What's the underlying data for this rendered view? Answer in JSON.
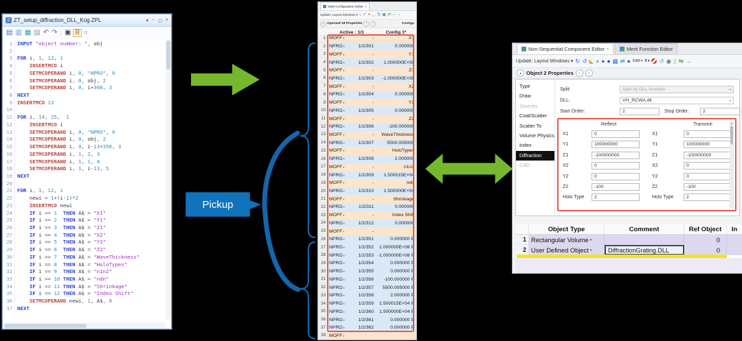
{
  "colors": {
    "arrow_green": "#76b82d",
    "annotation_blue": "#1565ab",
    "pickup_bg": "#1173bc",
    "highlight_red": "#e8574a",
    "selected_yellow": "#f6e41c"
  },
  "annotations": {
    "pickup_label": "Pickup"
  },
  "zpl_editor": {
    "title": "ZT_setup_diffraction_DLL_Kog.ZPL",
    "file_icon_glyph": "Z",
    "window_buttons": [
      "▾",
      "−",
      "◻",
      "×"
    ],
    "toolbar_icons": [
      {
        "name": "save-icon",
        "glyph": "▤",
        "color": "#3f74cc"
      },
      {
        "name": "save-as-icon",
        "glyph": "▥",
        "color": "#6f94cc"
      },
      {
        "name": "copy-icon",
        "glyph": "▦",
        "color": "#3aa3a0"
      },
      {
        "name": "print-icon",
        "glyph": "▨",
        "color": "#9aa0a8"
      },
      {
        "name": "undo-icon",
        "glyph": "↶",
        "color": "#c23b32"
      },
      {
        "name": "redo-icon",
        "glyph": "↷",
        "color": "#2e6fd0"
      },
      {
        "name": "toolbar-separator",
        "glyph": "|",
        "color": "#ccd4dc",
        "sep": true
      },
      {
        "name": "caret-view-icon",
        "glyph": "▣",
        "color": "#444444"
      },
      {
        "name": "line-numbers-icon",
        "glyph": "≣",
        "color": "#c77f2a",
        "framed": true
      },
      {
        "name": "search-icon",
        "glyph": "○",
        "color": "#3f74cc"
      }
    ],
    "code_lines": [
      "INPUT \"object number: \", obj",
      "",
      "FOR i, 1, 12, 1",
      "    INSERTMCO i",
      "    SETMCOPERAND i, 0, \"NPRO\", 0",
      "    SETMCOPERAND i, 0, obj, 2",
      "    SETMCOPERAND i, 0, i+300, 3",
      "NEXT",
      "INSERTMCO 13",
      "",
      "FOR i, 14, 25,  1",
      "    INSERTMCO i",
      "    SETMCOPERAND i, 0, \"NPRO\", 0",
      "    SETMCOPERAND i, 0, obj, 2",
      "    SETMCOPERAND i, 0, i-13+350, 3",
      "    SETMCOPERAND i, 1, 2, 3",
      "    SETMCOPERAND i, 1, 1, 4",
      "    SETMCOPERAND i, 1, i-13, 5",
      "NEXT",
      "",
      "FOR i, 1, 12, 1",
      "    newi = 1+(i-1)*2",
      "    INSERTMCO newi",
      "    IF i == 1  THEN A$ = \"X1\"",
      "    IF i == 2  THEN A$ = \"Y1\"",
      "    IF i == 3  THEN A$ = \"Z1\"",
      "    IF i == 4  THEN A$ = \"X2\"",
      "    IF i == 5  THEN A$ = \"Y2\"",
      "    IF i == 6  THEN A$ = \"Z2\"",
      "    IF i == 7  THEN A$ = \"WaveThickness\"",
      "    IF i == 8  THEN A$ = \"HoloTypes\"",
      "    IF i == 9  THEN A$ = \"n1n2\"",
      "    IF i == 10 THEN A$ = \"ndn\"",
      "    IF i == 11 THEN A$ = \"Shrinkage\"",
      "    IF i == 12 THEN A$ = \"Index Shift\"",
      "    SETMCOPERAND newi, 1, A$, 0",
      "NEXT"
    ]
  },
  "mce": {
    "tab_label": "Multi-Configuration Editor",
    "tab_close": "×",
    "toolbar_label": "Update: Layout Windows ▾",
    "toolbar_icons": [
      {
        "name": "insert-operand-icon",
        "glyph": "↓",
        "color": "#2e6fd0"
      },
      {
        "name": "check-icon",
        "glyph": "✓",
        "color": "#2e6fd0"
      },
      {
        "name": "delete-operand-icon",
        "glyph": "×",
        "color": "#d43a2f"
      },
      {
        "name": "shape-icon",
        "glyph": "◡",
        "color": "#99a0a8"
      },
      {
        "name": "refresh-icon",
        "glyph": "↻",
        "color": "#2e6fd0"
      },
      {
        "name": "eye-icon",
        "glyph": "◉",
        "color": "#66778a"
      },
      {
        "name": "swap-config-icon",
        "glyph": "⇄",
        "color": "#4aa32a"
      },
      {
        "name": "dash-icon",
        "glyph": "–",
        "color": "#3aa3a0"
      },
      {
        "name": "next-config-icon",
        "glyph": "→",
        "color": "#4aa32a"
      }
    ],
    "props_collapse_glyph": "▾",
    "props_label": "Operand 18 Properties",
    "props_prev_glyph": "⟨",
    "props_next_glyph": "⟩",
    "header_right_clip": "Configu",
    "columns": {
      "active": "Active : 1/1",
      "config": "Config 1*"
    },
    "dropdown_glyph": "▾",
    "rows": [
      {
        "n": 1,
        "op": "MOFF",
        "param": "-",
        "value": "X1",
        "p": false
      },
      {
        "n": 2,
        "op": "NPRO",
        "param": "1/2/301",
        "value": "0.000000",
        "p": false
      },
      {
        "n": 3,
        "op": "MOFF",
        "param": "-",
        "value": "Y1",
        "p": false
      },
      {
        "n": 4,
        "op": "NPRO",
        "param": "1/2/302",
        "value": "1.000000E+08",
        "p": false
      },
      {
        "n": 5,
        "op": "MOFF",
        "param": "-",
        "value": "Z1",
        "p": false
      },
      {
        "n": 6,
        "op": "NPRO",
        "param": "1/2/303",
        "value": "-1.000000E+08",
        "p": false
      },
      {
        "n": 7,
        "op": "MOFF",
        "param": "-",
        "value": "X2",
        "p": false
      },
      {
        "n": 8,
        "op": "NPRO",
        "param": "1/2/304",
        "value": "0.000000",
        "p": false
      },
      {
        "n": 9,
        "op": "MOFF",
        "param": "-",
        "value": "Y2",
        "p": false
      },
      {
        "n": 10,
        "op": "NPRO",
        "param": "1/2/305",
        "value": "0.000000",
        "p": false
      },
      {
        "n": 11,
        "op": "MOFF",
        "param": "-",
        "value": "Z2",
        "p": false
      },
      {
        "n": 12,
        "op": "NPRO",
        "param": "1/2/306",
        "value": "-100.000000",
        "p": false
      },
      {
        "n": 13,
        "op": "MOFF",
        "param": "-",
        "value": "WaveThickness",
        "p": false
      },
      {
        "n": 14,
        "op": "NPRO",
        "param": "1/2/307",
        "value": "5500.005000",
        "p": false
      },
      {
        "n": 15,
        "op": "MOFF",
        "param": "-",
        "value": "HoloTypes",
        "p": false
      },
      {
        "n": 16,
        "op": "NPRO",
        "param": "1/2/308",
        "value": "2.000000",
        "p": false
      },
      {
        "n": 17,
        "op": "MOFF",
        "param": "-",
        "value": "n1n2",
        "p": false
      },
      {
        "n": 18,
        "op": "NPRO",
        "param": "1/2/309",
        "value": "1.500015E+04",
        "p": false
      },
      {
        "n": 19,
        "op": "MOFF",
        "param": "-",
        "value": "ndn",
        "p": false
      },
      {
        "n": 20,
        "op": "NPRO",
        "param": "1/2/310",
        "value": "1.500000E+04",
        "p": false
      },
      {
        "n": 21,
        "op": "MOFF",
        "param": "-",
        "value": "Shrinkage",
        "p": false
      },
      {
        "n": 22,
        "op": "NPRO",
        "param": "1/2/311",
        "value": "0.000000",
        "p": false
      },
      {
        "n": 23,
        "op": "MOFF",
        "param": "-",
        "value": "Index Shift",
        "p": false
      },
      {
        "n": 24,
        "op": "NPRO",
        "param": "1/2/312",
        "value": "0.000000",
        "p": false
      },
      {
        "n": 25,
        "op": "MOFF",
        "param": "-",
        "value": "",
        "p": false
      },
      {
        "n": 26,
        "op": "NPRO",
        "param": "1/2/351",
        "value": "0.000000",
        "p": true
      },
      {
        "n": 27,
        "op": "NPRO",
        "param": "1/2/352",
        "value": "1.000000E+08",
        "p": true
      },
      {
        "n": 28,
        "op": "NPRO",
        "param": "1/2/353",
        "value": "-1.000000E+08",
        "p": true
      },
      {
        "n": 29,
        "op": "NPRO",
        "param": "1/2/354",
        "value": "0.000000",
        "p": true
      },
      {
        "n": 30,
        "op": "NPRO",
        "param": "1/2/355",
        "value": "0.000000",
        "p": true
      },
      {
        "n": 31,
        "op": "NPRO",
        "param": "1/2/356",
        "value": "-100.000000",
        "p": true
      },
      {
        "n": 32,
        "op": "NPRO",
        "param": "1/2/357",
        "value": "5500.005000",
        "p": true
      },
      {
        "n": 33,
        "op": "NPRO",
        "param": "1/2/358",
        "value": "2.000000",
        "p": true
      },
      {
        "n": 34,
        "op": "NPRO",
        "param": "1/2/359",
        "value": "1.500015E+04",
        "p": true
      },
      {
        "n": 35,
        "op": "NPRO",
        "param": "1/2/360",
        "value": "1.500000E+04",
        "p": true
      },
      {
        "n": 36,
        "op": "NPRO",
        "param": "1/2/361",
        "value": "0.000000",
        "p": true
      },
      {
        "n": 37,
        "op": "NPRO",
        "param": "1/2/362",
        "value": "0.000000",
        "p": true
      },
      {
        "n": 38,
        "op": "MOFF",
        "param": "",
        "value": "",
        "p": false
      }
    ]
  },
  "nsce": {
    "tabs": [
      {
        "label": "Non-Sequential Component Editor",
        "close": "×",
        "active": true
      },
      {
        "label": "Merit Function Editor",
        "close": "",
        "active": false
      }
    ],
    "toolbar_label": "Update: Layout Windows ▾",
    "toolbar_icons": [
      {
        "name": "refresh-icon",
        "glyph": "↻",
        "color": "#1f6fd0"
      },
      {
        "name": "refresh-alt-icon",
        "glyph": "↺",
        "color": "#1f6fd0"
      },
      {
        "name": "layout-icon",
        "glyph": "◣",
        "color": "#e8a13a"
      },
      {
        "name": "sphere-gray-icon",
        "glyph": "●",
        "color": "#9aa7b0"
      },
      {
        "name": "sphere-blue-icon",
        "glyph": "●",
        "color": "#2e6fd0"
      },
      {
        "name": "sphere-dark-icon",
        "glyph": "●",
        "color": "#1d4e8f"
      },
      {
        "name": "grid-icon",
        "glyph": "▦",
        "color": "#2e6fd0"
      },
      {
        "name": "arrows-icon",
        "glyph": "⇄",
        "color": "#2e9fd0"
      },
      {
        "name": "sphere-navy-icon",
        "glyph": "●",
        "color": "#3a5fb0"
      },
      {
        "name": "cad-menu",
        "glyph": "CAD ▾",
        "color": "#555555",
        "txt": true
      },
      {
        "name": "zemax-menu",
        "glyph": "Z ▾",
        "color": "#222222",
        "txt": true
      },
      {
        "name": "no-entry-icon",
        "glyph": "",
        "color": "#e03a2f",
        "cls": "no-entry"
      },
      {
        "name": "refresh-cyan-icon",
        "glyph": "↺",
        "color": "#2e9fd0"
      },
      {
        "name": "eye-icon",
        "glyph": "◉",
        "color": "#66778a"
      },
      {
        "name": "panel-icon",
        "glyph": "▯",
        "color": "#99a0a8"
      },
      {
        "name": "swap-icon",
        "glyph": "⇆",
        "color": "#4aa32a"
      },
      {
        "name": "arrow-right-icon",
        "glyph": "→",
        "color": "#4aa32a"
      }
    ],
    "props_collapse_glyph": "▴",
    "props_label": "Object  2 Properties",
    "props_prev_glyph": "⟨",
    "props_next_glyph": "⟩",
    "nav_items": [
      {
        "label": "Type"
      },
      {
        "label": "Draw"
      },
      {
        "label": "Sources",
        "disabled": true
      },
      {
        "label": "Coat/Scatter"
      },
      {
        "label": "Scatter To"
      },
      {
        "label": "Volume Physics"
      },
      {
        "label": "Index"
      },
      {
        "label": "Diffraction",
        "selected": true
      },
      {
        "label": "CAD",
        "disabled": true
      }
    ],
    "form": {
      "split_label": "Split:",
      "split_value": "Split by DLL function",
      "dll_label": "DLL:",
      "dll_value": "VH_RCWA.dll",
      "start_label": "Start Order:",
      "start_value": "2",
      "stop_label": "Stop Order:",
      "stop_value": "2",
      "reflect_header": "Reflect:",
      "transmit_header": "Transmit:",
      "rows": [
        {
          "label": "X1",
          "reflect": "0",
          "transmit": "0"
        },
        {
          "label": "Y1",
          "reflect": "100000000",
          "transmit": "100000000"
        },
        {
          "label": "Z1",
          "reflect": "-100000000",
          "transmit": "-100000000"
        },
        {
          "label": "X2",
          "reflect": "0",
          "transmit": "0"
        },
        {
          "label": "Y2",
          "reflect": "0",
          "transmit": "0"
        },
        {
          "label": "Z2",
          "reflect": "-100",
          "transmit": "-100"
        },
        {
          "label": "Holo Type",
          "reflect": "2",
          "transmit": "2"
        }
      ]
    },
    "object_table": {
      "headers": [
        "Object Type",
        "Comment",
        "Ref Object",
        "In"
      ],
      "dropdown_glyph": "▾",
      "rows": [
        {
          "n": "1",
          "type": "Rectangular Volume",
          "comment": "",
          "ref": "0",
          "comment_selected": false
        },
        {
          "n": "2",
          "type": "User Defined Object",
          "comment": "DiffractionGrating.DLL",
          "ref": "0",
          "comment_selected": true
        }
      ]
    }
  }
}
